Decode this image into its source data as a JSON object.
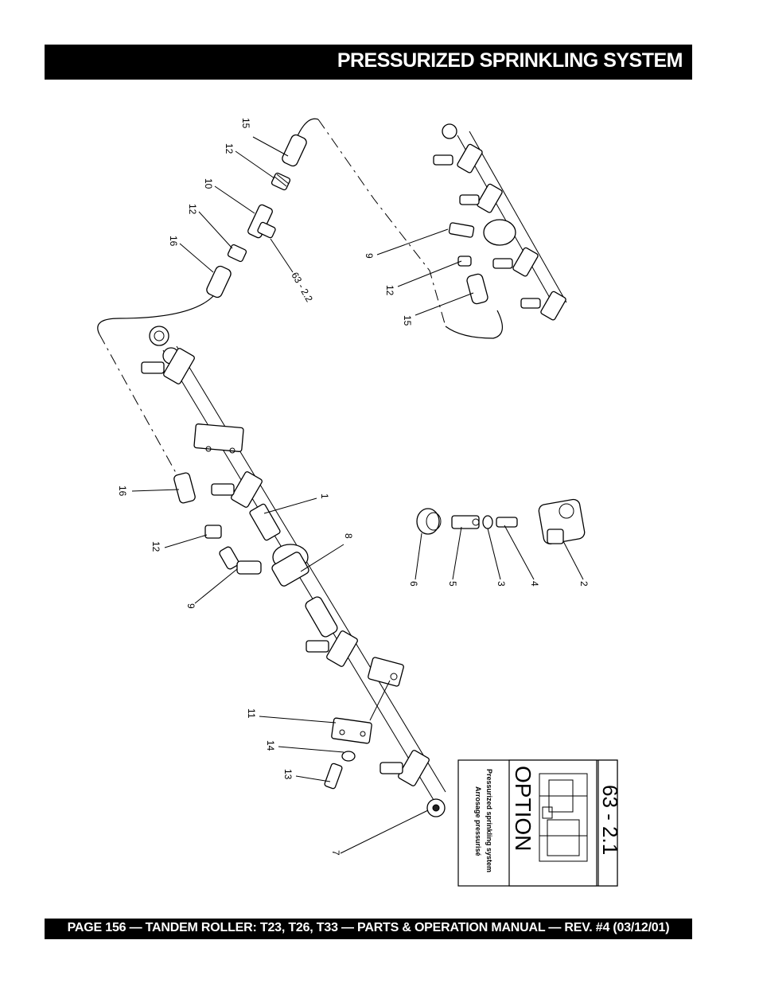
{
  "header": {
    "title": "PRESSURIZED SPRINKLING SYSTEM"
  },
  "footer": {
    "text": "PAGE 156 — TANDEM ROLLER: T23, T26, T33 — PARTS & OPERATION MANUAL — REV. #4 (03/12/01)"
  },
  "diagram": {
    "callouts": {
      "c15a": "15",
      "c12a": "12",
      "c10": "10",
      "c12b": "12",
      "c16a": "16",
      "c632": "63 - 2.2",
      "c9a": "9",
      "c12c": "12",
      "c15b": "15",
      "c16b": "16",
      "c1": "1",
      "c12d": "12",
      "c8": "8",
      "c9b": "9",
      "c6": "6",
      "c5": "5",
      "c3": "3",
      "c4": "4",
      "c2": "2",
      "c11": "11",
      "c14": "14",
      "c13": "13",
      "c7": "7"
    },
    "option_box": {
      "section": "63 - 2.1",
      "option_word": "OPTION",
      "caption_en": "Pressurized sprinkling system",
      "caption_fr": "Arrosage pressurisé"
    }
  }
}
